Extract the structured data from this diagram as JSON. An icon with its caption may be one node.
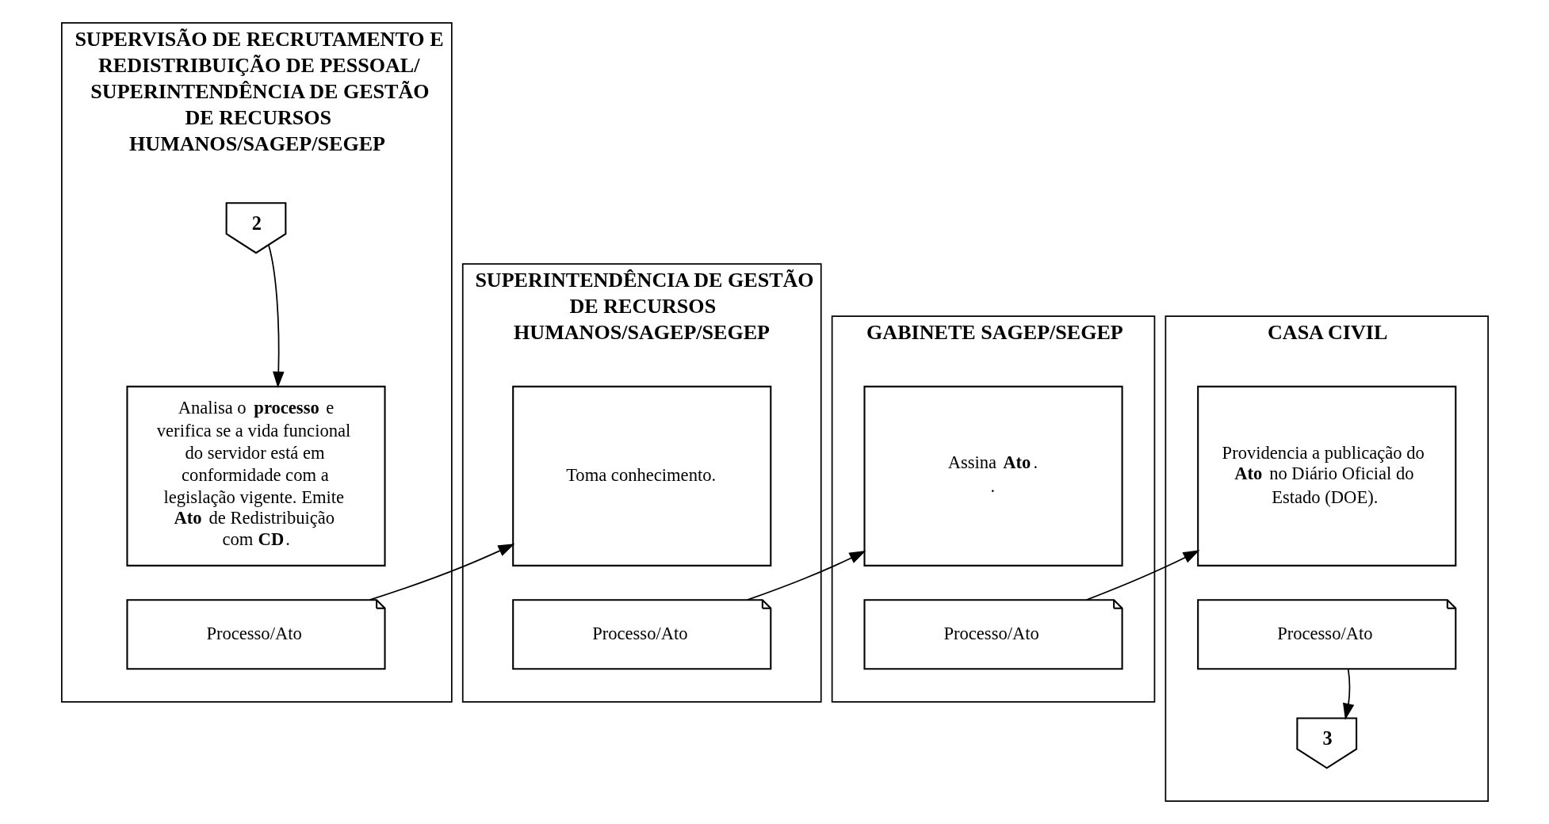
{
  "diagram": {
    "nodes": [
      {
        "text": [
          "SUPERVISÃO DE RECRUTAMENTO E REDISTRIBUIÇÃO DE PESSOAL/ SUPERINTENDÊNCIA DE GESTÃO DE RECURSOS HUMANOS/SAGEP/SEGEP"
        ]
      },
      {
        "text": [
          "2"
        ],
        "in": 0
      },
      {
        "text": [
          "Analisa o **processo** e verifica se a vida funcional do servidor está em conformidade com a legislação vigente. Emite **Ato** de Redistribuição com **CD**."
        ],
        "in": 0
      },
      {
        "text": [
          "Processo/Ato"
        ],
        "in": 0
      },
      {
        "text": [
          "SUPERINTENDÊNCIA DE GESTÃO DE RECURSOS HUMANOS/SAGEP/SEGEP"
        ]
      },
      {
        "text": [
          "Toma conhecimento."
        ],
        "in": 4
      },
      {
        "text": [
          "Processo/Ato"
        ],
        "in": 4
      },
      {
        "text": [
          "GABINETE SAGEP/SEGEP"
        ]
      },
      {
        "text": [
          "Assina **Ato**.",
          "."
        ],
        "in": 7
      },
      {
        "text": [
          "Processo/Ato"
        ],
        "in": 7
      },
      {
        "text": [
          "CASA CIVIL"
        ]
      },
      {
        "text": [
          "Providencia a publicação do **Ato** no Diário Oficial do Estado (DOE)."
        ],
        "in": 10
      },
      {
        "text": [
          "Processo/Ato"
        ],
        "in": 10
      },
      {
        "text": [
          "3"
        ],
        "in": 10
      }
    ],
    "edges": [
      {
        "from": 1,
        "to": 2,
        "arrow": "to"
      },
      {
        "from": 3,
        "to": 5,
        "arrow": "to"
      },
      {
        "from": 6,
        "to": 8,
        "arrow": "to"
      },
      {
        "from": 9,
        "to": 11,
        "arrow": "to"
      },
      {
        "from": 12,
        "to": 13,
        "arrow": "to"
      }
    ]
  }
}
